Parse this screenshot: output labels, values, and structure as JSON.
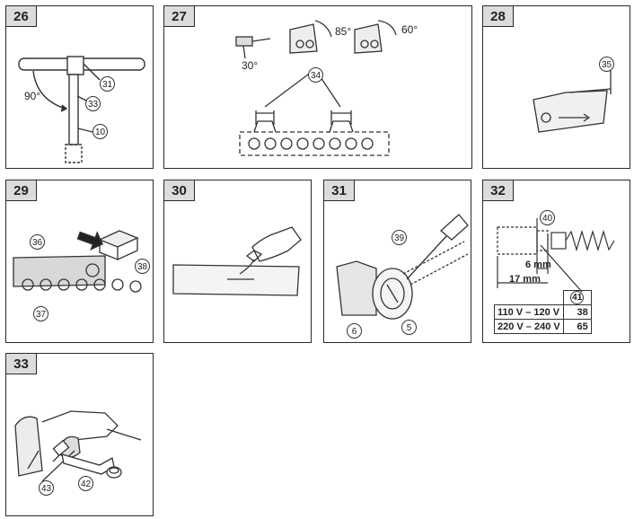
{
  "panels": {
    "p26": {
      "number": "26",
      "angle": "90°",
      "callouts": [
        "31",
        "33",
        "10"
      ]
    },
    "p27": {
      "number": "27",
      "angles": [
        "30°",
        "85°",
        "60°"
      ],
      "callouts": [
        "34"
      ]
    },
    "p28": {
      "number": "28",
      "callouts": [
        "35"
      ]
    },
    "p29": {
      "number": "29",
      "callouts": [
        "36",
        "38",
        "37"
      ]
    },
    "p30": {
      "number": "30"
    },
    "p31": {
      "number": "31",
      "callouts": [
        "39",
        "6",
        "5"
      ]
    },
    "p32": {
      "number": "32",
      "callouts": [
        "40"
      ],
      "dim_small": "6 mm",
      "dim_large": "17 mm",
      "table": {
        "header_callout": "41",
        "rows": [
          {
            "voltage": "110 V – 120 V",
            "value": "38"
          },
          {
            "voltage": "220 V – 240 V",
            "value": "65"
          }
        ]
      }
    },
    "p33": {
      "number": "33",
      "callouts": [
        "43",
        "42"
      ]
    }
  }
}
